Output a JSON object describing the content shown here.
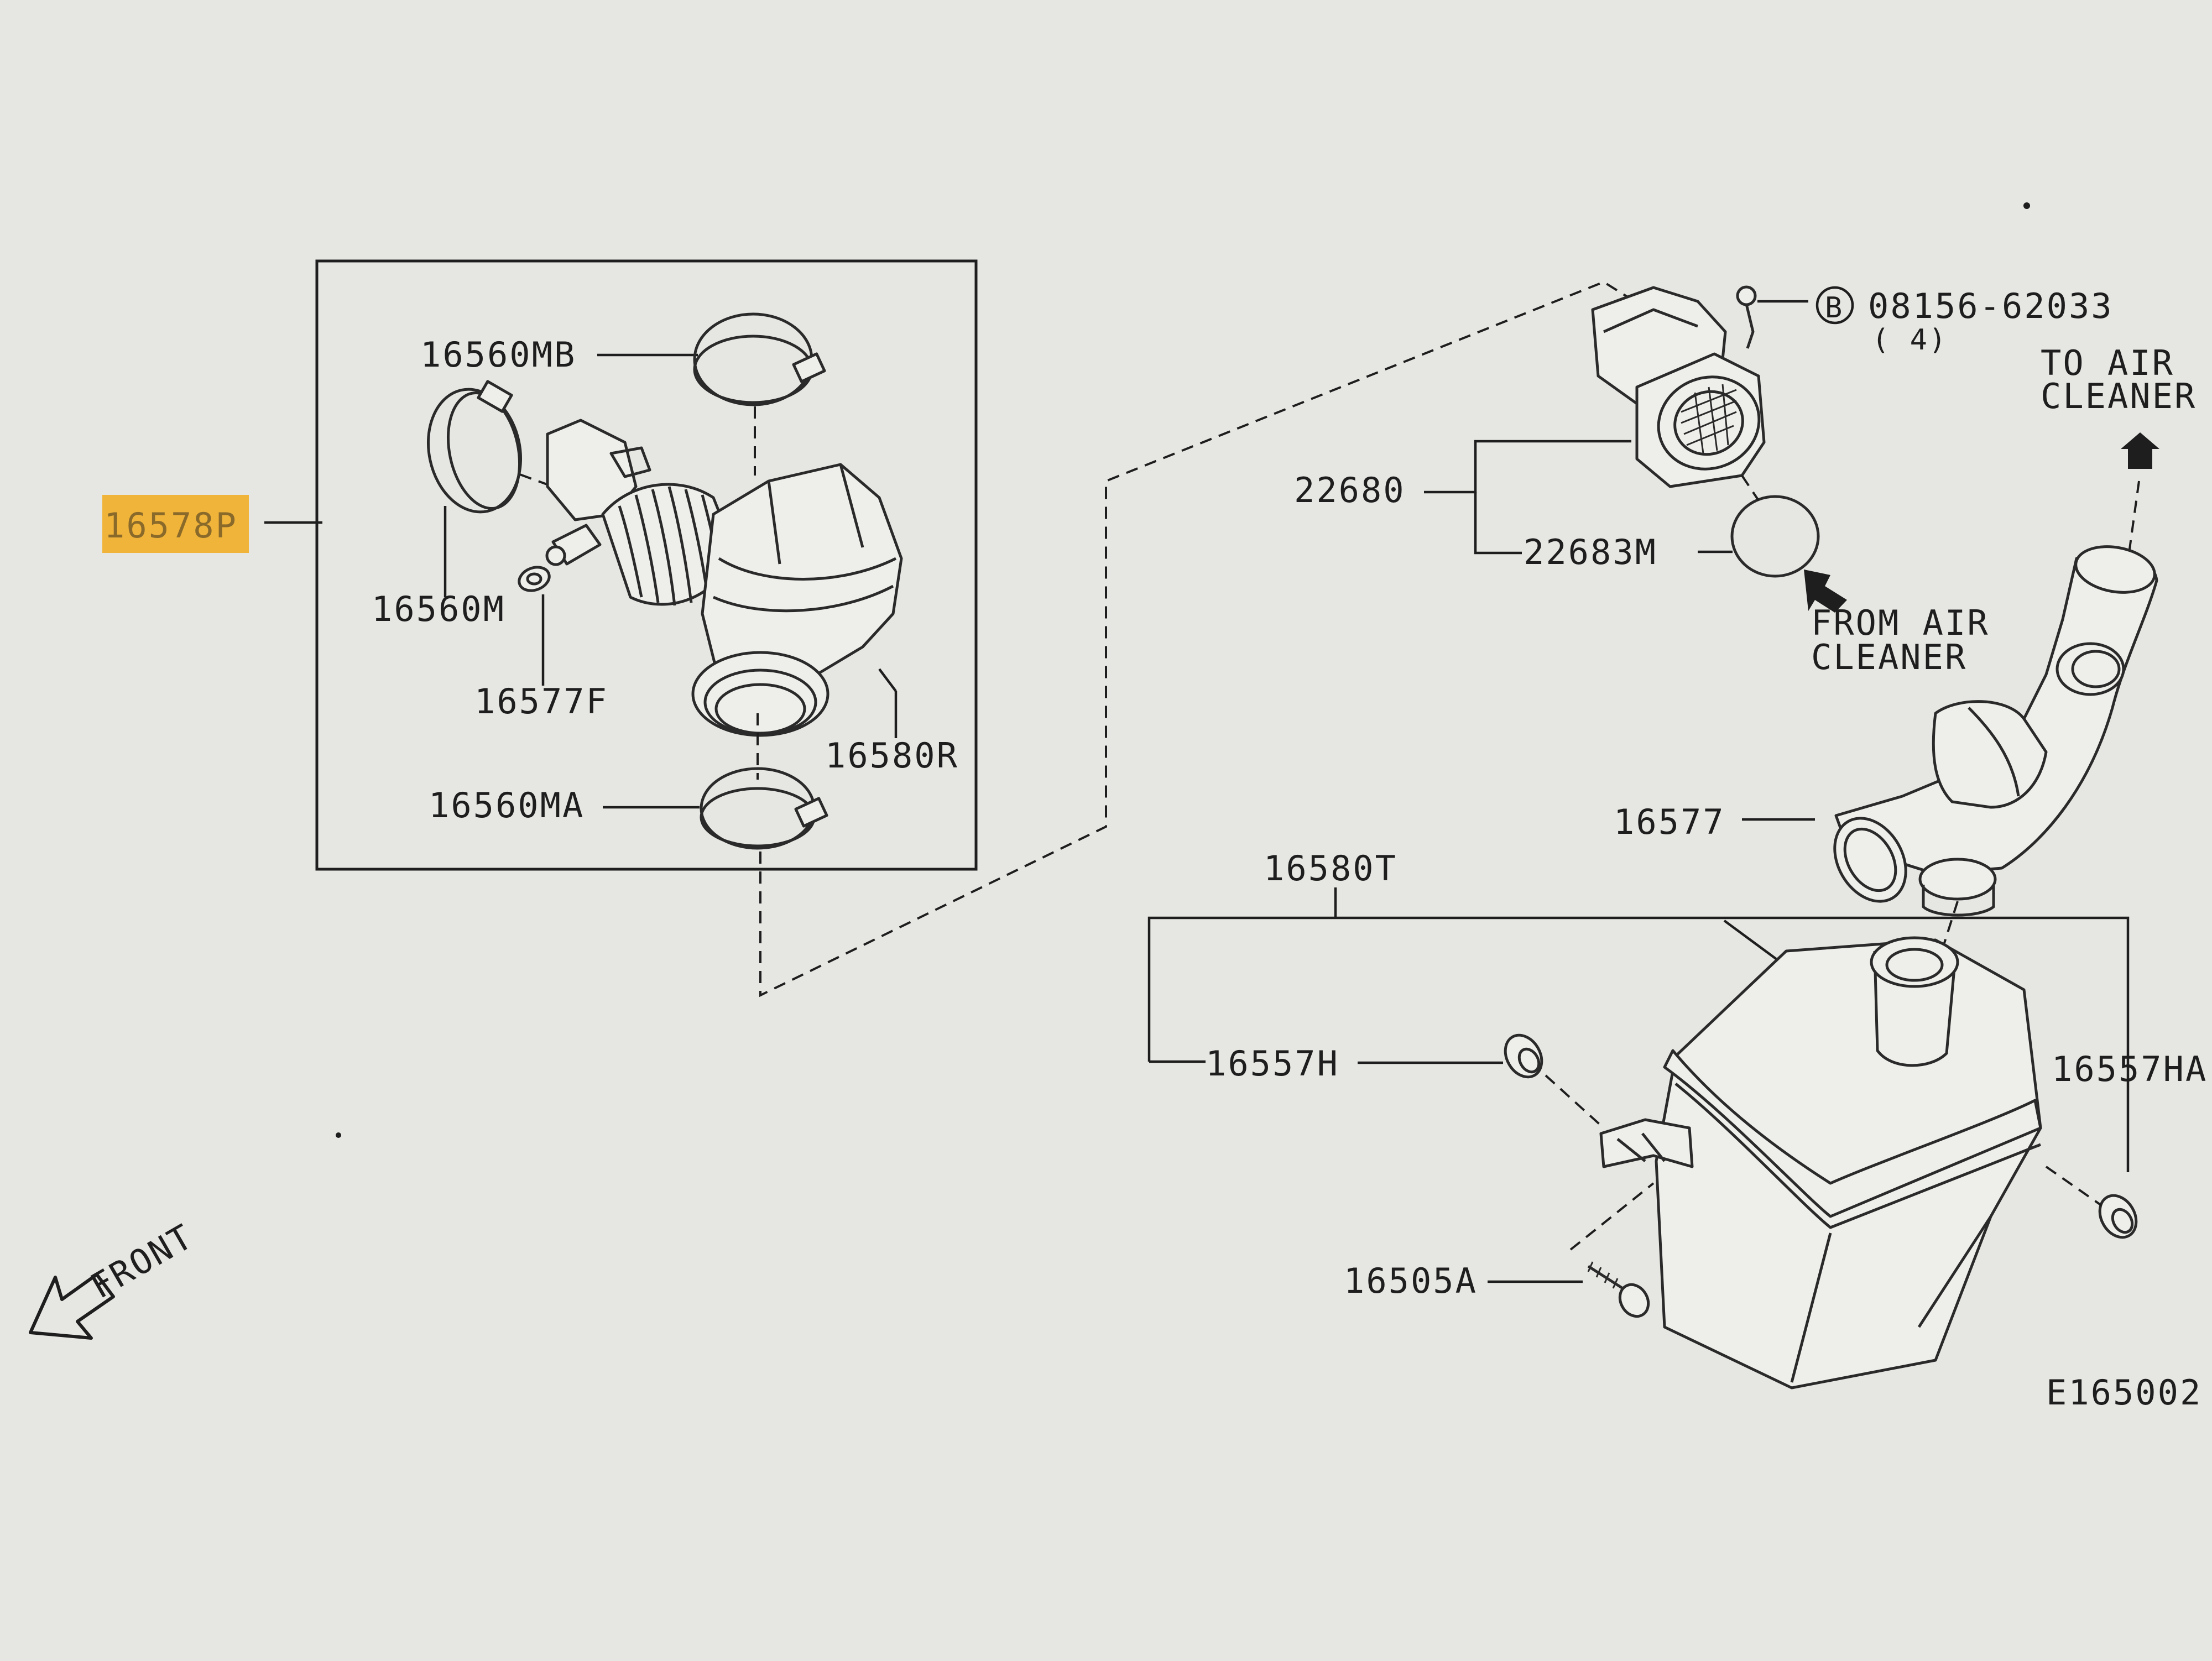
{
  "diagram_code": "E165002",
  "front_label": "FRONT",
  "callouts": {
    "p16578P": "16578P",
    "p16560MB": "16560MB",
    "p16560M": "16560M",
    "p16577F": "16577F",
    "p16580R": "16580R",
    "p16560MA": "16560MA",
    "p22680": "22680",
    "p22683M": "22683M",
    "bolt_marker": "B",
    "bolt_part": "08156-62033",
    "bolt_qty": "( 4)",
    "p16577": "16577",
    "p16580T": "16580T",
    "p16557H": "16557H",
    "p16557HA": "16557HA",
    "p16505A": "16505A"
  },
  "notes": {
    "to_air_cleaner_line1": "TO AIR",
    "to_air_cleaner_line2": "CLEANER",
    "from_air_cleaner_line1": "FROM AIR",
    "from_air_cleaner_line2": "CLEANER"
  },
  "colors": {
    "background": "#e6e7e2",
    "ink": "#1e1e1e",
    "highlight": "#f1b43a"
  }
}
